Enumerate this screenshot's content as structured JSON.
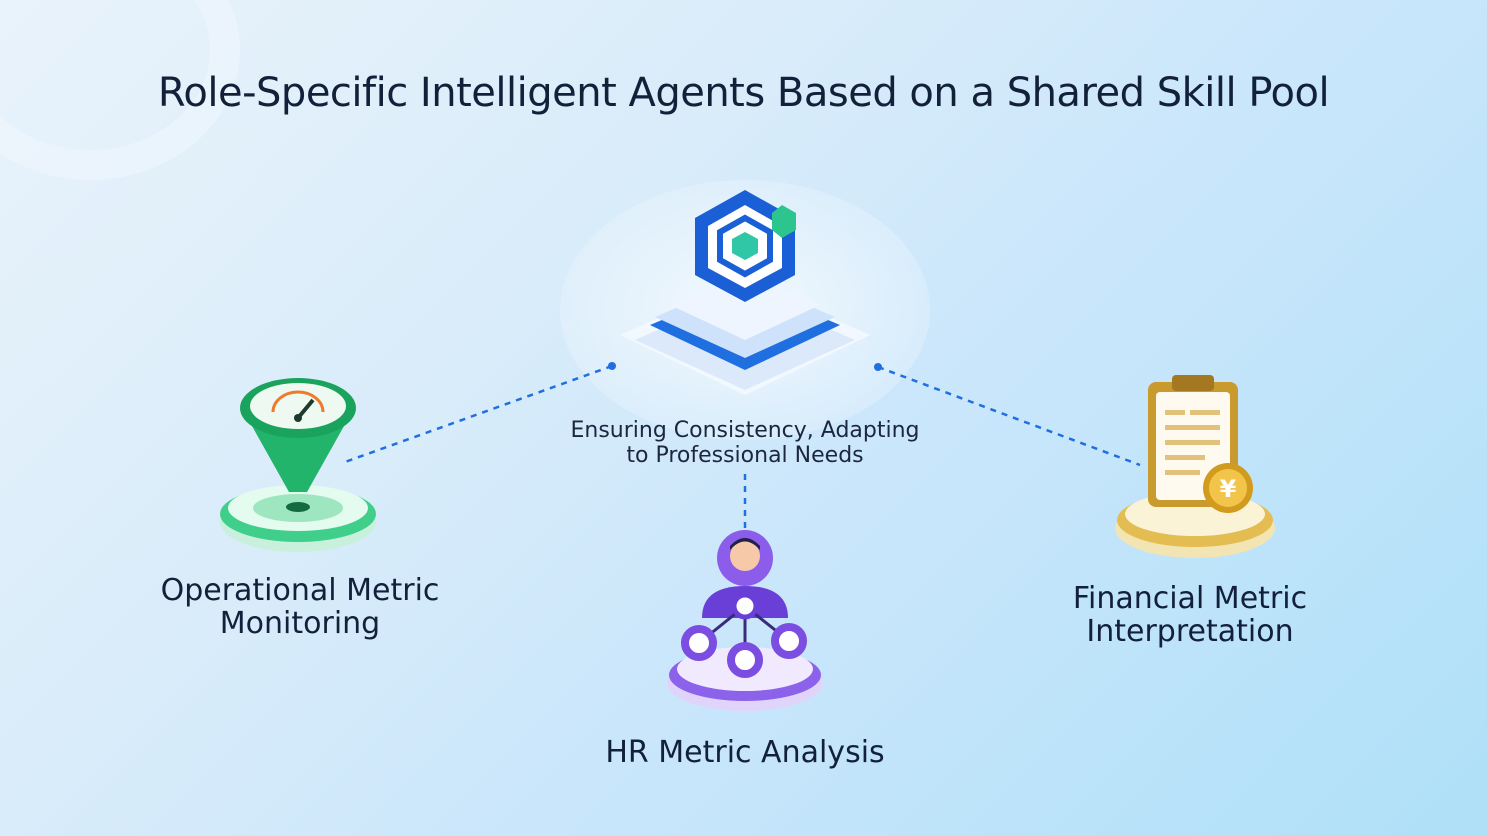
{
  "title": "Role-Specific Intelligent Agents Based on a Shared Skill Pool",
  "hub": {
    "icon": "hexagon-skill-pool-icon",
    "caption_line1": "Ensuring Consistency, Adapting",
    "caption_line2": "to Professional Needs"
  },
  "agents": [
    {
      "icon": "funnel-gauge-icon",
      "line1": "Operational Metric",
      "line2": "Monitoring",
      "color": "#2ec27e"
    },
    {
      "icon": "people-network-icon",
      "line1": "HR Metric Analysis",
      "color": "#7b4de0"
    },
    {
      "icon": "clipboard-yen-icon",
      "line1": "Financial Metric",
      "line2": "Interpretation",
      "color": "#e0b43a"
    }
  ],
  "colors": {
    "accent": "#1f6fe0",
    "text": "#13203a"
  }
}
